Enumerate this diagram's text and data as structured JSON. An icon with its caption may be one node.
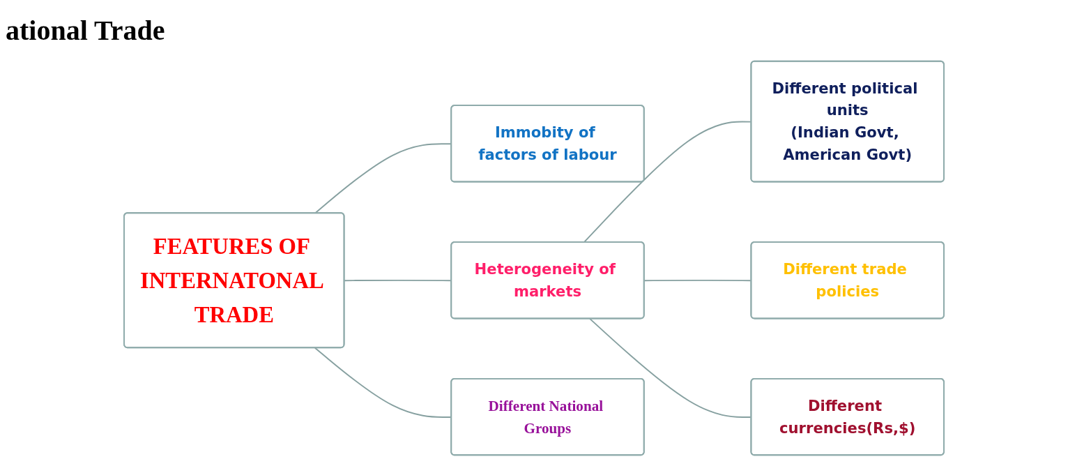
{
  "diagram": {
    "title": "ational Trade",
    "nodes": [
      {
        "text": [
          "FEATURES OF INTERNATONAL TRADE"
        ]
      },
      {
        "text": [
          "Immobity of factors of labour"
        ]
      },
      {
        "text": [
          "Heterogeneity of markets"
        ]
      },
      {
        "text": [
          "Different National Groups"
        ]
      },
      {
        "text": [
          "Different political units",
          "(Indian Govt, American Govt)"
        ]
      },
      {
        "text": [
          "Different trade policies"
        ]
      },
      {
        "text": [
          "Different currencies(Rs,$)"
        ]
      }
    ],
    "edges": [
      {
        "from": 0,
        "to": 1,
        "arrow": "none"
      },
      {
        "from": 0,
        "to": 2,
        "arrow": "none"
      },
      {
        "from": 0,
        "to": 3,
        "arrow": "none"
      },
      {
        "from": 2,
        "to": 4,
        "arrow": "none"
      },
      {
        "from": 2,
        "to": 5,
        "arrow": "none"
      },
      {
        "from": 2,
        "to": 6,
        "arrow": "none"
      }
    ]
  }
}
